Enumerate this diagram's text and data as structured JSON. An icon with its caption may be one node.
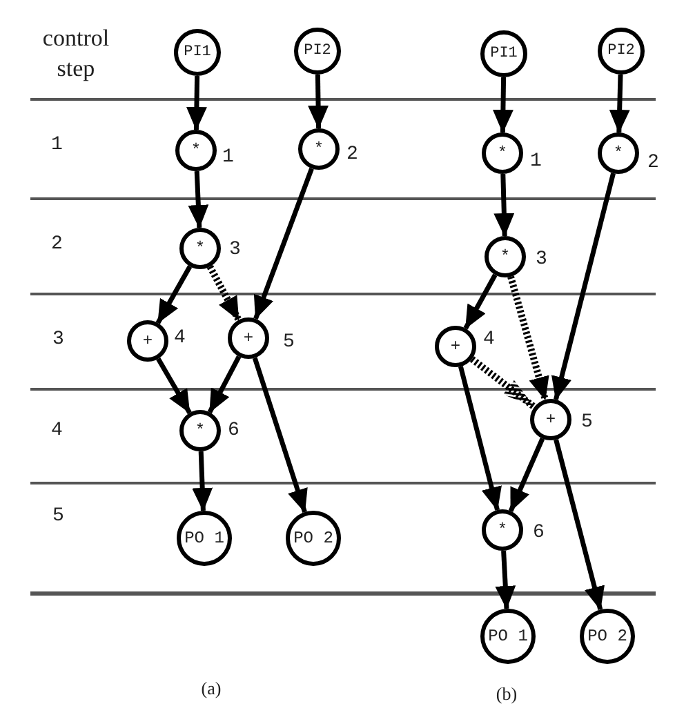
{
  "diagram": {
    "nodes": [
      {
        "text": [
          "PI1"
        ]
      },
      {
        "text": [
          "PI2"
        ]
      },
      {
        "text": [
          "*"
        ],
        "beside": [
          "1"
        ]
      },
      {
        "text": [
          "*"
        ],
        "beside": [
          "2"
        ]
      },
      {
        "text": [
          "*"
        ],
        "beside": [
          "3"
        ]
      },
      {
        "text": [
          "+"
        ],
        "beside": [
          "4"
        ]
      },
      {
        "text": [
          "+"
        ],
        "beside": [
          "5"
        ]
      },
      {
        "text": [
          "*"
        ],
        "beside": [
          "6"
        ]
      },
      {
        "text": [
          "PO 1"
        ]
      },
      {
        "text": [
          "PO 2"
        ]
      },
      {
        "text": [
          "PI1"
        ]
      },
      {
        "text": [
          "PI2"
        ]
      },
      {
        "text": [
          "*"
        ],
        "beside": [
          "1"
        ]
      },
      {
        "text": [
          "*"
        ],
        "beside": [
          "2"
        ]
      },
      {
        "text": [
          "*"
        ],
        "beside": [
          "3"
        ]
      },
      {
        "text": [
          "+"
        ],
        "beside": [
          "4"
        ]
      },
      {
        "text": [
          "+"
        ],
        "beside": [
          "5"
        ]
      },
      {
        "text": [
          "*"
        ],
        "beside": [
          "6"
        ]
      },
      {
        "text": [
          "PO 1"
        ]
      },
      {
        "text": [
          "PO 2"
        ]
      }
    ],
    "edges": [
      {
        "from": 0,
        "to": 2,
        "arrow": "to"
      },
      {
        "from": 1,
        "to": 3,
        "arrow": "to"
      },
      {
        "from": 2,
        "to": 4,
        "arrow": "to"
      },
      {
        "from": 4,
        "to": 5,
        "arrow": "to"
      },
      {
        "from": 4,
        "to": 6,
        "arrow": "to",
        "style": "dashed"
      },
      {
        "from": 3,
        "to": 6,
        "arrow": "to"
      },
      {
        "from": 5,
        "to": 7,
        "arrow": "to"
      },
      {
        "from": 6,
        "to": 7,
        "arrow": "to"
      },
      {
        "from": 6,
        "to": 9,
        "arrow": "to"
      },
      {
        "from": 7,
        "to": 8,
        "arrow": "to"
      },
      {
        "from": 10,
        "to": 12,
        "arrow": "to"
      },
      {
        "from": 11,
        "to": 13,
        "arrow": "to"
      },
      {
        "from": 12,
        "to": 14,
        "arrow": "to"
      },
      {
        "from": 14,
        "to": 15,
        "arrow": "to"
      },
      {
        "from": 14,
        "to": 16,
        "arrow": "to",
        "style": "dashed"
      },
      {
        "from": 13,
        "to": 16,
        "arrow": "to"
      },
      {
        "from": 15,
        "to": 16,
        "arrow": "to",
        "style": "dashed"
      },
      {
        "from": 15,
        "to": 17,
        "arrow": "to"
      },
      {
        "from": 16,
        "to": 17,
        "arrow": "to"
      },
      {
        "from": 16,
        "to": 19,
        "arrow": "to"
      },
      {
        "from": 17,
        "to": 18,
        "arrow": "to"
      }
    ],
    "labels": [
      "control step",
      "1",
      "2",
      "3",
      "4",
      "5",
      "(a)",
      "(b)"
    ]
  }
}
